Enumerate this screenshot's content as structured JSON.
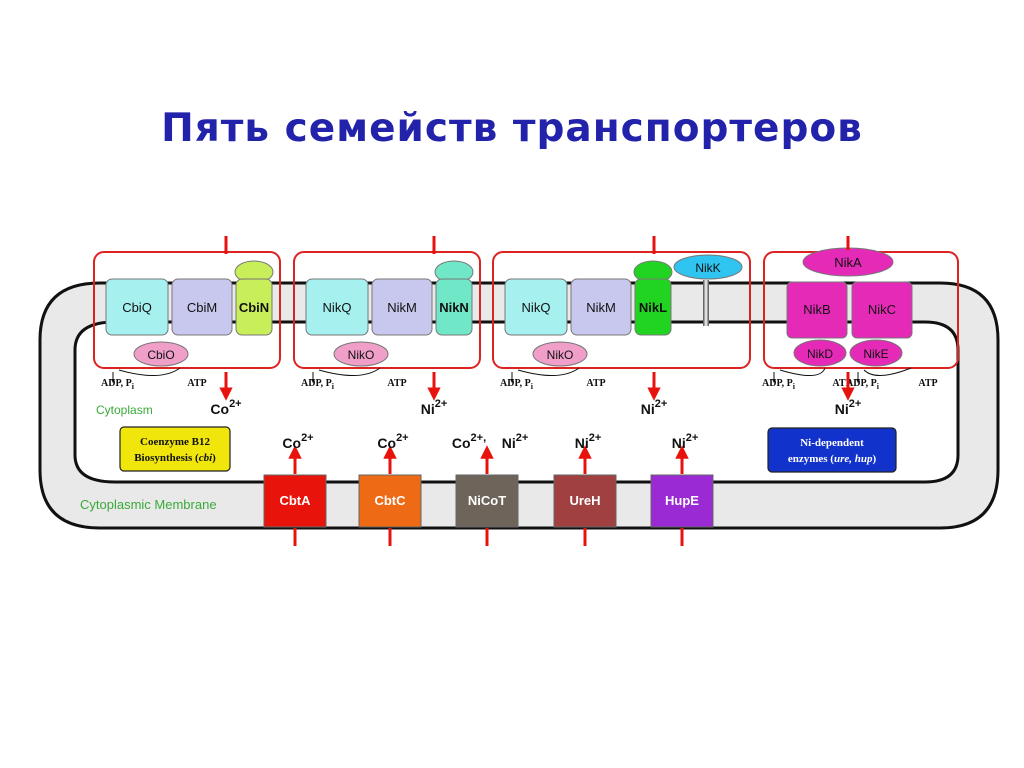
{
  "title": "Пять семейств транспортеров",
  "colors": {
    "title": "#2222aa",
    "arrow": "#e8120c",
    "box_outline": "#dd2222",
    "membrane_fill": "#e9e9e9",
    "green_label": "#3aaa3a"
  },
  "regions": {
    "cytoplasm": "Cytoplasm",
    "membrane": "Cytoplasmic Membrane"
  },
  "abc_systems": [
    {
      "components": [
        {
          "label": "CbiQ",
          "color": "#a6f0f0"
        },
        {
          "label": "CbiM",
          "color": "#c8c8ee"
        },
        {
          "label": "CbiN",
          "color": "#c8ee5a"
        }
      ],
      "atpase": {
        "label": "CbiO",
        "color": "#f0a0c8"
      },
      "adp": "ADP, P",
      "adp_sub": "i",
      "atp": "ATP",
      "ion": "Co",
      "charge": "2+"
    },
    {
      "components": [
        {
          "label": "NikQ",
          "color": "#a6f0f0"
        },
        {
          "label": "NikM",
          "color": "#c8c8ee"
        },
        {
          "label": "NikN",
          "color": "#70e8c8"
        }
      ],
      "atpase": {
        "label": "NikO",
        "color": "#f0a0c8"
      },
      "adp": "ADP, P",
      "adp_sub": "i",
      "atp": "ATP",
      "ion": "Ni",
      "charge": "2+"
    },
    {
      "components": [
        {
          "label": "NikQ",
          "color": "#a6f0f0"
        },
        {
          "label": "NikM",
          "color": "#c8c8ee"
        },
        {
          "label": "NikL",
          "color": "#22d422"
        }
      ],
      "extra": {
        "label": "NikK",
        "color": "#30c4f0"
      },
      "atpase": {
        "label": "NikO",
        "color": "#f0a0c8"
      },
      "adp": "ADP, P",
      "adp_sub": "i",
      "atp": "ATP",
      "ion": "Ni",
      "charge": "2+"
    },
    {
      "binding": {
        "label": "NikA",
        "color": "#e62ab8"
      },
      "components": [
        {
          "label": "NikB",
          "color": "#e62ab8"
        },
        {
          "label": "NikC",
          "color": "#e62ab8"
        }
      ],
      "atpases": [
        {
          "label": "NikD",
          "color": "#e62ab8"
        },
        {
          "label": "NikE",
          "color": "#e62ab8"
        }
      ],
      "adp": "ADP, P",
      "adp_sub": "i",
      "atp": "ATP",
      "ion": "Ni",
      "charge": "2+"
    }
  ],
  "secondary_transporters": [
    {
      "label": "CbtA",
      "color": "#e8140c",
      "ion": "Co",
      "charge": "2+"
    },
    {
      "label": "CbtC",
      "color": "#ee6a14",
      "ion": "Co",
      "charge": "2+"
    },
    {
      "label": "NiCoT",
      "color": "#6e645a",
      "ion": "Co",
      "ion2": "Ni",
      "charge": "2+"
    },
    {
      "label": "UreH",
      "color": "#a04040",
      "ion": "Ni",
      "charge": "2+"
    },
    {
      "label": "HupE",
      "color": "#9a2ad4",
      "ion": "Ni",
      "charge": "2+"
    }
  ],
  "boxes": {
    "coenzyme": {
      "line1": "Coenzyme B12",
      "line2_prefix": "Biosynthesis (",
      "line2_italic": "cbi",
      "line2_suffix": ")",
      "color": "#f0e60c"
    },
    "enzymes": {
      "line1": "Ni-dependent",
      "line2_prefix": "enzymes (",
      "line2_italic": "ure, hup",
      "line2_suffix": ")",
      "color": "#1232cc"
    }
  }
}
